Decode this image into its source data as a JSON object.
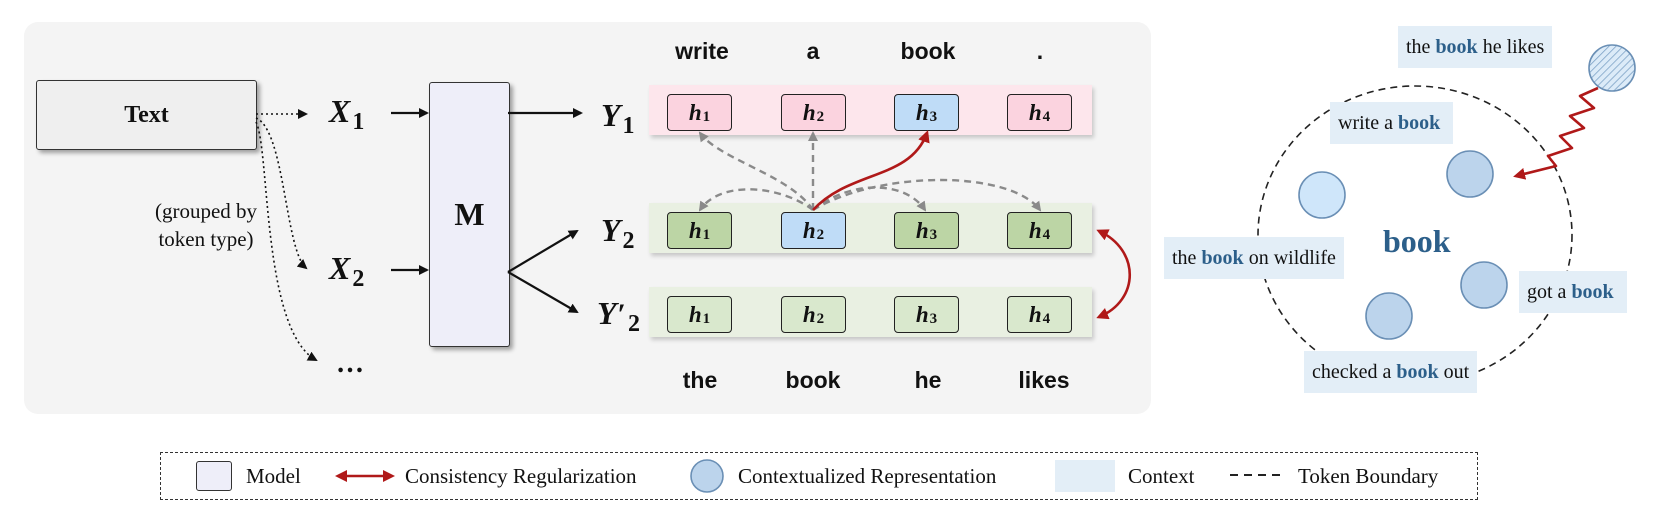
{
  "diagram": {
    "text_box_label": "Text",
    "model_label": "M",
    "grouping_caption_line1": "(grouped by",
    "grouping_caption_line2": "token type)",
    "inputs": [
      {
        "var": "X",
        "sub": "1"
      },
      {
        "var": "X",
        "sub": "2"
      },
      {
        "var": "…",
        "sub": ""
      }
    ],
    "outputs": [
      {
        "var": "Y",
        "sub": "1",
        "prime": ""
      },
      {
        "var": "Y",
        "sub": "2",
        "prime": ""
      },
      {
        "var": "Y",
        "sub": "2",
        "prime": "′"
      }
    ],
    "top_words": [
      "write",
      "a",
      "book",
      "."
    ],
    "bottom_words": [
      "the",
      "book",
      "he",
      "likes"
    ],
    "hidden_label": "h",
    "hidden_subs": [
      "1",
      "2",
      "3",
      "4"
    ]
  },
  "embedding_space": {
    "center_word": "book",
    "contexts": [
      {
        "before": "the",
        "kw": "book",
        "after": "he likes"
      },
      {
        "before": "write a",
        "kw": "book",
        "after": ""
      },
      {
        "before": "the",
        "kw": "book",
        "after": "on wildlife"
      },
      {
        "before": "got a",
        "kw": "book",
        "after": ""
      },
      {
        "before": "checked a",
        "kw": "book",
        "after": "out"
      }
    ]
  },
  "legend": {
    "model": "Model",
    "consistency": "Consistency Regularization",
    "contextualized": "Contextualized Representation",
    "context": "Context",
    "boundary": "Token Boundary"
  },
  "colors": {
    "arrow_red": "#b01919",
    "arrow_gray": "#8a8a8a",
    "kw_blue": "#2c5f8a",
    "circle_fill": "#bcd4ec",
    "circle_stroke": "#6a8fb5"
  }
}
